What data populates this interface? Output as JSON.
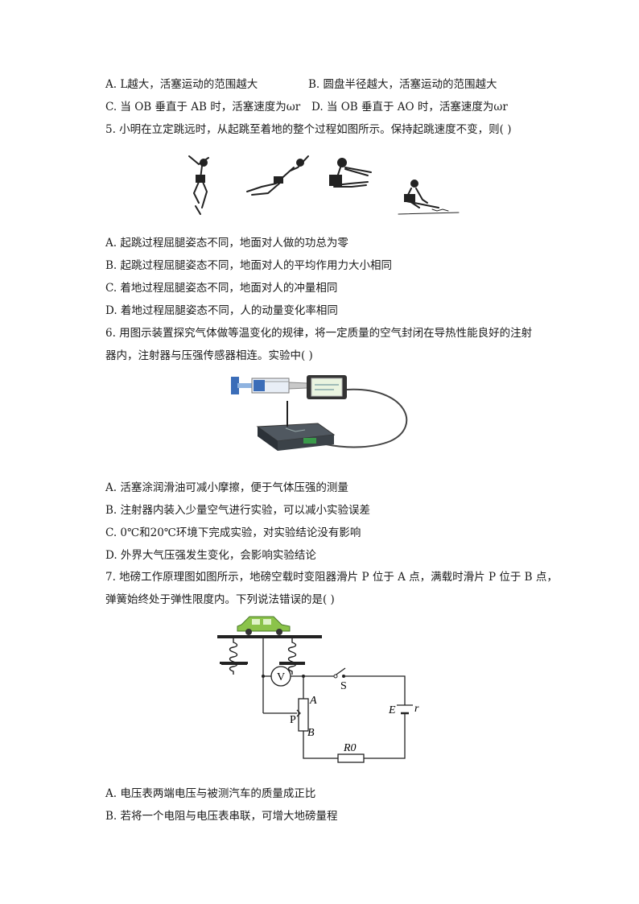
{
  "q4_options": {
    "A": "A. L越大，活塞运动的范围越大",
    "B": "B.  圆盘半径越大，活塞运动的范围越大",
    "C": "C. 当 OB 垂直于 AB 时，活塞速度为ωr",
    "D": "D. 当 OB 垂直于 AO 时，活塞速度为ωr"
  },
  "q5": {
    "stem": "5.   小明在立定跳远时，从起跳至着地的整个过程如图所示。保持起跳速度不变，则(    )",
    "options": [
      "A.  起跳过程屈腿姿态不同，地面对人做的功总为零",
      "B.  起跳过程屈腿姿态不同，地面对人的平均作用力大小相同",
      "C.  着地过程屈腿姿态不同，地面对人的冲量相同",
      "D.  着地过程屈腿姿态不同，人的动量变化率相同"
    ]
  },
  "q6": {
    "stem_line1": "6.   用图示装置探究气体做等温变化的规律，将一定质量的空气封闭在导热性能良好的注射",
    "stem_line2": "器内，注射器与压强传感器相连。实验中(    )",
    "options": [
      "A.  活塞涂润滑油可减小摩擦，便于气体压强的测量",
      "B.  注射器内装入少量空气进行实验，可以减小实验误差",
      "C.  0℃和20℃环境下完成实验，对实验结论没有影响",
      "D.  外界大气压强发生变化，会影响实验结论"
    ]
  },
  "q7": {
    "stem_line1": "7.   地磅工作原理图如图所示，地磅空载时变阻器滑片 P 位于 A 点，满载时滑片 P 位于 B 点，",
    "stem_line2": "弹簧始终处于弹性限度内。下列说法错误的是(    )",
    "options": [
      "A.  电压表两端电压与被测汽车的质量成正比",
      "B.  若将一个电阻与电压表串联，可增大地磅量程"
    ],
    "circuit_labels": {
      "voltmeter": "V",
      "switch": "S",
      "point_a": "A",
      "point_b": "B",
      "slider": "P",
      "emf": "E",
      "internal_r": "r",
      "resistor": "R0"
    }
  }
}
